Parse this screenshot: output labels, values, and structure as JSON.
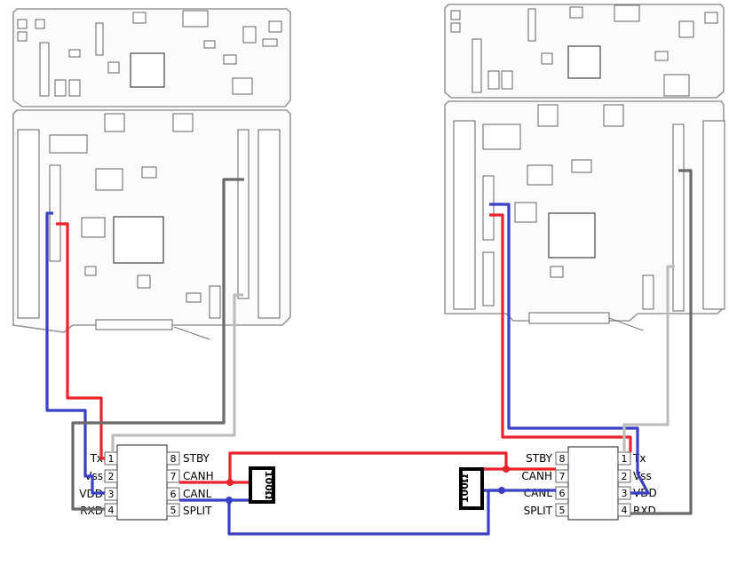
{
  "left_transceiver": {
    "pins_left": [
      {
        "num": "1",
        "label": "Tx"
      },
      {
        "num": "2",
        "label": "Vss"
      },
      {
        "num": "3",
        "label": "VDD"
      },
      {
        "num": "4",
        "label": "RXD"
      }
    ],
    "pins_right": [
      {
        "num": "8",
        "label": "STBY"
      },
      {
        "num": "7",
        "label": "CANH"
      },
      {
        "num": "6",
        "label": "CANL"
      },
      {
        "num": "5",
        "label": "SPLIT"
      }
    ]
  },
  "right_transceiver": {
    "pins_left": [
      {
        "num": "8",
        "label": "STBY"
      },
      {
        "num": "7",
        "label": "CANH"
      },
      {
        "num": "6",
        "label": "CANL"
      },
      {
        "num": "5",
        "label": "SPLIT"
      }
    ],
    "pins_right": [
      {
        "num": "1",
        "label": "Tx"
      },
      {
        "num": "2",
        "label": "Vss"
      },
      {
        "num": "3",
        "label": "VDD"
      },
      {
        "num": "4",
        "label": "RXD"
      }
    ]
  },
  "left_resistor": {
    "label": "100Ω"
  },
  "right_resistor": {
    "label": "100Ω"
  },
  "wire_colors": {
    "can_h": "#e8232b",
    "can_l": "#3a3fc4",
    "supply": "#6a6a6a",
    "signal": "#bdbdbd"
  }
}
